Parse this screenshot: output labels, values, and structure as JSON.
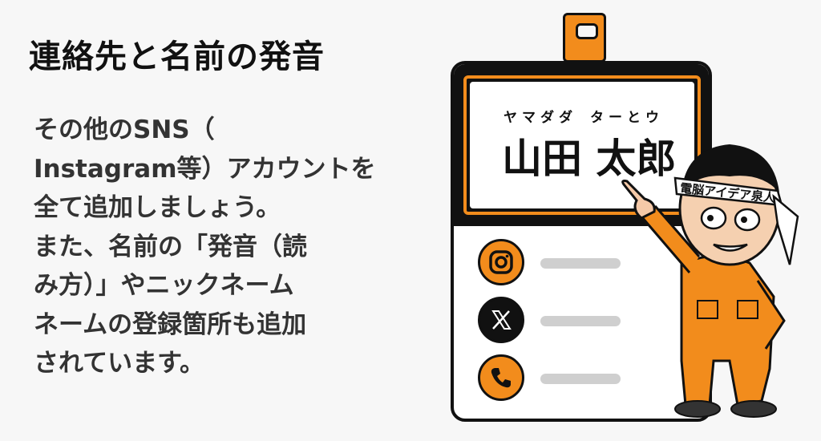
{
  "title": "連絡先と名前の発音",
  "body_lines": [
    "その他のSNS（",
    "Instagram等）アカウントを",
    "全て追加しましょう。",
    "また、名前の「発音（読",
    "み方）」やニックネーム",
    "ネームの登録箇所も追加",
    "されています。"
  ],
  "badge": {
    "ruby_family": "ヤマダダ",
    "ruby_given": "ターとウ",
    "name": "山田 太郎",
    "rows": [
      {
        "icon": "instagram-icon",
        "color": "#f28c1c"
      },
      {
        "icon": "x-icon",
        "color": "#111111"
      },
      {
        "icon": "phone-icon",
        "color": "#f28c1c"
      }
    ]
  },
  "character": {
    "headband_text": "電脳アイデア泉人"
  },
  "colors": {
    "accent": "#f28c1c",
    "dark": "#111111"
  }
}
